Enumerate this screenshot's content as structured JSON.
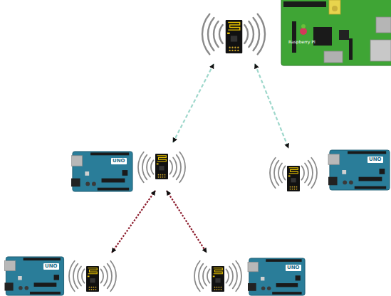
{
  "diagram": {
    "nodes": [
      {
        "text": [
          "Raspberry Pi"
        ]
      },
      {
        "text": [
          "UNO"
        ]
      },
      {
        "text": [
          "UNO"
        ]
      },
      {
        "text": [
          "UNO"
        ]
      },
      {
        "text": [
          "UNO"
        ]
      }
    ],
    "edges": [
      {
        "from": 0,
        "to": 1,
        "arrow": "both"
      },
      {
        "from": 0,
        "to": 2,
        "arrow": "both"
      },
      {
        "from": 1,
        "to": 3,
        "arrow": "both"
      },
      {
        "from": 1,
        "to": 4,
        "arrow": "both"
      }
    ]
  }
}
